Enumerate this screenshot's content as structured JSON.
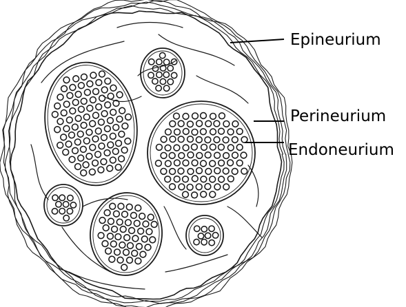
{
  "labels": {
    "epineurium": "Epineurium",
    "perineurium": "Perineurium",
    "endoneurium": "Endoneurium"
  },
  "colors": {
    "ink": "#1a1a1a",
    "background": "#ffffff"
  }
}
